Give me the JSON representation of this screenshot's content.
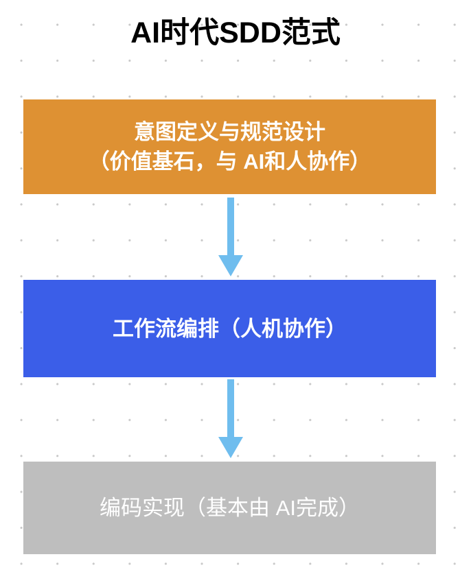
{
  "page": {
    "title": "AI时代SDD范式",
    "background_color": "#ffffff",
    "grid_dot_color": "#c9c9c9"
  },
  "diagram": {
    "type": "flowchart",
    "orientation": "vertical-top-to-bottom",
    "nodes": [
      {
        "id": "intent",
        "lines": [
          "意图定义与规范设计",
          "（价值基石，与 AI和人协作）"
        ],
        "fill_color": "#de9133",
        "text_color": "#ffffff",
        "order": 1
      },
      {
        "id": "workflow",
        "lines": [
          "工作流编排（人机协作）"
        ],
        "fill_color": "#3b5ee8",
        "text_color": "#ffffff",
        "order": 2
      },
      {
        "id": "coding",
        "lines": [
          "编码实现（基本由 AI完成）"
        ],
        "fill_color": "#bebebe",
        "text_color": "#ffffff",
        "order": 3
      }
    ],
    "connectors": [
      {
        "id": "intent-to-workflow",
        "from": "intent",
        "to": "workflow",
        "shape": "down-arrow",
        "color": "#6fbdee"
      },
      {
        "id": "workflow-to-coding",
        "from": "workflow",
        "to": "coding",
        "shape": "down-arrow",
        "color": "#6fbdee"
      }
    ]
  }
}
